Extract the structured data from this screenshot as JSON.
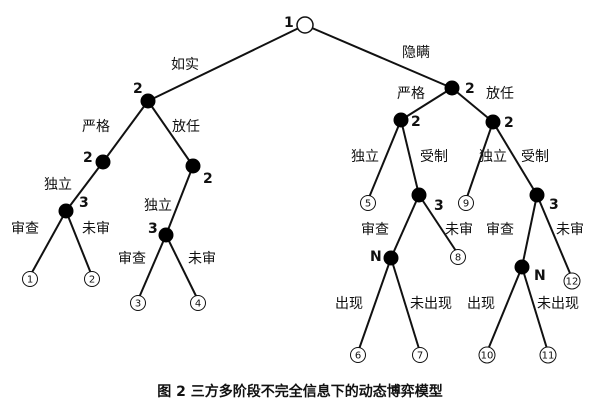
{
  "caption": "图 2   三方多阶段不完全信息下的动态博弈模型",
  "root": {
    "player": "1"
  },
  "branch_labels": {
    "truthful": "如实",
    "conceal": "隐瞒",
    "strict_l": "严格",
    "lax_l": "放任",
    "indep_l": "独立",
    "indep_l2": "独立",
    "audit_1": "审查",
    "noaudit_1": "未审",
    "audit_2": "审查",
    "noaudit_2": "未审",
    "strict_r": "严格",
    "lax_r": "放任",
    "indep_r1": "独立",
    "ctrl_r1": "受制",
    "indep_r2": "独立",
    "ctrl_r2": "受制",
    "audit_3": "审查",
    "noaudit_3": "未审",
    "audit_4": "审查",
    "noaudit_4": "未审",
    "appear_1": "出现",
    "noappear_1": "未出现",
    "appear_2": "出现",
    "noappear_2": "未出现"
  },
  "players": {
    "n_2a": "2",
    "n_2b": "2",
    "n_2c": "2",
    "n_3a": "3",
    "n_3b": "3",
    "n_2d": "2",
    "n_2e": "2",
    "n_2f": "2",
    "n_3c": "3",
    "n_3d": "3",
    "n_Na": "N",
    "n_Nb": "N"
  },
  "leaves": [
    "1",
    "2",
    "3",
    "4",
    "5",
    "6",
    "7",
    "8",
    "9",
    "10",
    "11",
    "12"
  ]
}
